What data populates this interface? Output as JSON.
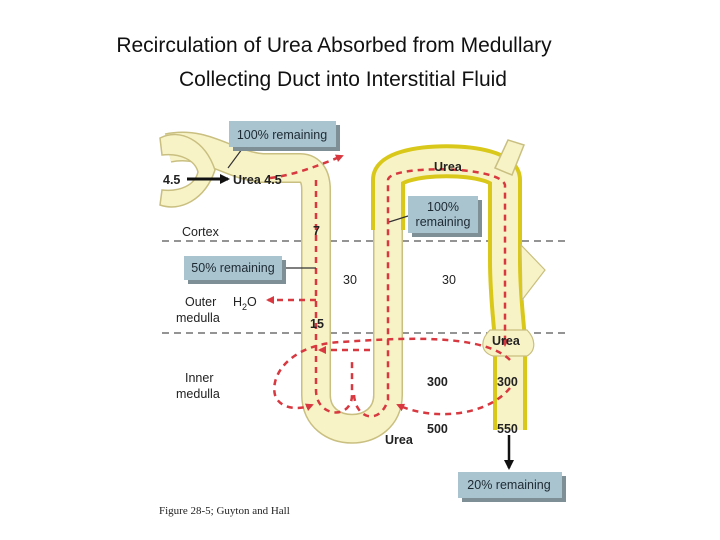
{
  "title_line1": "Recirculation of Urea Absorbed from Medullary",
  "title_line2": "Collecting Duct into Interstitial Fluid",
  "zones": {
    "cortex": "Cortex",
    "outer_medulla_1": "Outer",
    "outer_medulla_2": "medulla",
    "inner_medulla_1": "Inner",
    "inner_medulla_2": "medulla"
  },
  "boxes": {
    "top_remaining": "100% remaining",
    "cd_remaining_1": "100%",
    "cd_remaining_2": "remaining",
    "half_remaining": "50% remaining",
    "bottom_remaining": "20% remaining"
  },
  "labels": {
    "input_value": "4.5",
    "urea_tubule": "Urea 4.5",
    "urea_top": "Urea",
    "urea_cd": "Urea",
    "urea_bottom": "Urea",
    "h2o_main": "H",
    "h2o_sub": "2",
    "h2o_o": "O",
    "val_7": "7",
    "val_15": "15",
    "val_30_left": "30",
    "val_30_right": "30",
    "val_300_left": "300",
    "val_300_right": "300",
    "val_500": "500",
    "val_550": "550"
  },
  "colors": {
    "tubule_fill": "#f8f3c7",
    "tubule_edge": "#c9bf80",
    "duct_edge": "#d9c81a",
    "arrow_red": "#d8383f",
    "box_fill": "#a9c4cf"
  },
  "caption": "Figure 28-5; Guyton and Hall"
}
